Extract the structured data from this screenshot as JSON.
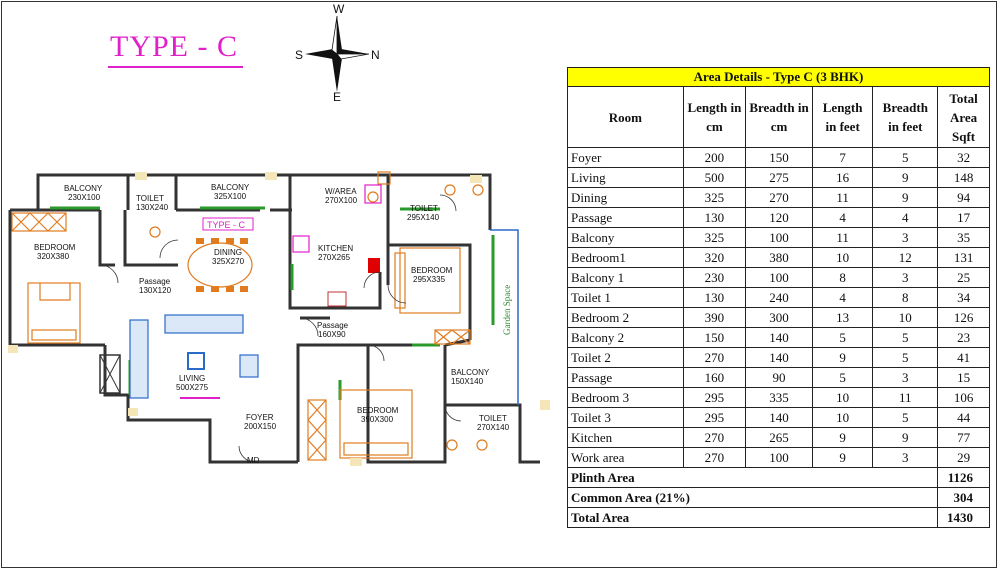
{
  "plan": {
    "title": "TYPE - C",
    "compass": {
      "n": "N",
      "s": "S",
      "e": "E",
      "w": "W"
    },
    "rooms": {
      "balcony1_name": "BALCONY",
      "balcony1_size": "230X100",
      "toilet1_name": "TOILET",
      "toilet1_size": "130X240",
      "balcony_top_name": "BALCONY",
      "balcony_top_size": "325X100",
      "warea_name": "W/AREA",
      "warea_size": "270X100",
      "toilet_top_name": "TOILET",
      "toilet_top_size": "295X140",
      "bedroom1_name": "BEDROOM",
      "bedroom1_size": "320X380",
      "type_tag": "TYPE - C",
      "dining_name": "DINING",
      "dining_size": "325X270",
      "kitchen_name": "KITCHEN",
      "kitchen_size": "270X265",
      "bedroom_r_name": "BEDROOM",
      "bedroom_r_size": "295X335",
      "passage1_name": "Passage",
      "passage1_size": "130X120",
      "passage2_name": "Passage",
      "passage2_size": "160X90",
      "garden": "Garden Space",
      "living_name": "LIVING",
      "living_size": "500X275",
      "balcony_r_name": "BALCONY",
      "balcony_r_size": "150X140",
      "bedroom2_name": "BEDROOM",
      "bedroom2_size": "390X300",
      "foyer_name": "FOYER",
      "foyer_size": "200X150",
      "toilet_br_name": "TOILET",
      "toilet_br_size": "270X140",
      "md": "MD"
    }
  },
  "table": {
    "title": "Area Details - Type C (3 BHK)",
    "headers": {
      "room": "Room",
      "length_cm": "Length in cm",
      "breadth_cm": "Breadth in cm",
      "length_ft": "Length in feet",
      "breadth_ft": "Breadth in feet",
      "total": "Total Area Sqft"
    },
    "rows": [
      {
        "room": "Foyer",
        "lcm": "200",
        "bcm": "150",
        "lft": "7",
        "bft": "5",
        "area": "32"
      },
      {
        "room": "Living",
        "lcm": "500",
        "bcm": "275",
        "lft": "16",
        "bft": "9",
        "area": "148"
      },
      {
        "room": "Dining",
        "lcm": "325",
        "bcm": "270",
        "lft": "11",
        "bft": "9",
        "area": "94"
      },
      {
        "room": "Passage",
        "lcm": "130",
        "bcm": "120",
        "lft": "4",
        "bft": "4",
        "area": "17"
      },
      {
        "room": "Balcony",
        "lcm": "325",
        "bcm": "100",
        "lft": "11",
        "bft": "3",
        "area": "35"
      },
      {
        "room": "Bedroom1",
        "lcm": "320",
        "bcm": "380",
        "lft": "10",
        "bft": "12",
        "area": "131"
      },
      {
        "room": "Balcony 1",
        "lcm": "230",
        "bcm": "100",
        "lft": "8",
        "bft": "3",
        "area": "25"
      },
      {
        "room": "Toilet 1",
        "lcm": "130",
        "bcm": "240",
        "lft": "4",
        "bft": "8",
        "area": "34"
      },
      {
        "room": "Bedroom 2",
        "lcm": "390",
        "bcm": "300",
        "lft": "13",
        "bft": "10",
        "area": "126"
      },
      {
        "room": "Balcony 2",
        "lcm": "150",
        "bcm": "140",
        "lft": "5",
        "bft": "5",
        "area": "23"
      },
      {
        "room": "Toilet 2",
        "lcm": "270",
        "bcm": "140",
        "lft": "9",
        "bft": "5",
        "area": "41"
      },
      {
        "room": "Passage",
        "lcm": "160",
        "bcm": "90",
        "lft": "5",
        "bft": "3",
        "area": "15"
      },
      {
        "room": "Bedroom 3",
        "lcm": "295",
        "bcm": "335",
        "lft": "10",
        "bft": "11",
        "area": "106"
      },
      {
        "room": "Toilet 3",
        "lcm": "295",
        "bcm": "140",
        "lft": "10",
        "bft": "5",
        "area": "44"
      },
      {
        "room": "Kitchen",
        "lcm": "270",
        "bcm": "265",
        "lft": "9",
        "bft": "9",
        "area": "77"
      },
      {
        "room": "Work area",
        "lcm": "270",
        "bcm": "100",
        "lft": "9",
        "bft": "3",
        "area": "29"
      }
    ],
    "totals": [
      {
        "label": "Plinth Area",
        "value": "1126"
      },
      {
        "label": "Common Area (21%)",
        "value": "304"
      },
      {
        "label": "Total Area",
        "value": "1430"
      }
    ]
  },
  "colors": {
    "title": "#e020c8",
    "table_header": "#ffff00",
    "window": "#2a9a2a",
    "furniture": "#e07b20",
    "fixtures": "#2a6ac8"
  }
}
